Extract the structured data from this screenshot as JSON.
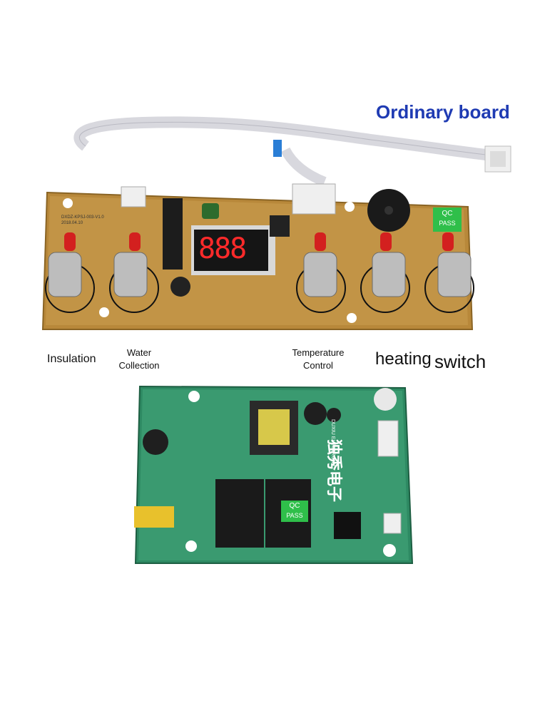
{
  "title": "Ordinary board",
  "labels": {
    "insulation": "Insulation",
    "water_line1": "Water",
    "water_line2": "Collection",
    "temp_line1": "Temperature",
    "temp_line2": "Control",
    "heating": "heating",
    "switch": "switch"
  },
  "board_text": {
    "qc_line1": "QC",
    "qc_line2": "PASS",
    "display": "888",
    "model": "DXDZ-KPSJ-003-V1.0",
    "date": "2018.04.10",
    "power_brand": "独秀电子",
    "power_brand_en": "DUXIU ELECTRONIC"
  },
  "colors": {
    "title": "#1f3bb3",
    "top_board": "#b8883a",
    "bottom_board": "#2e8a63"
  }
}
